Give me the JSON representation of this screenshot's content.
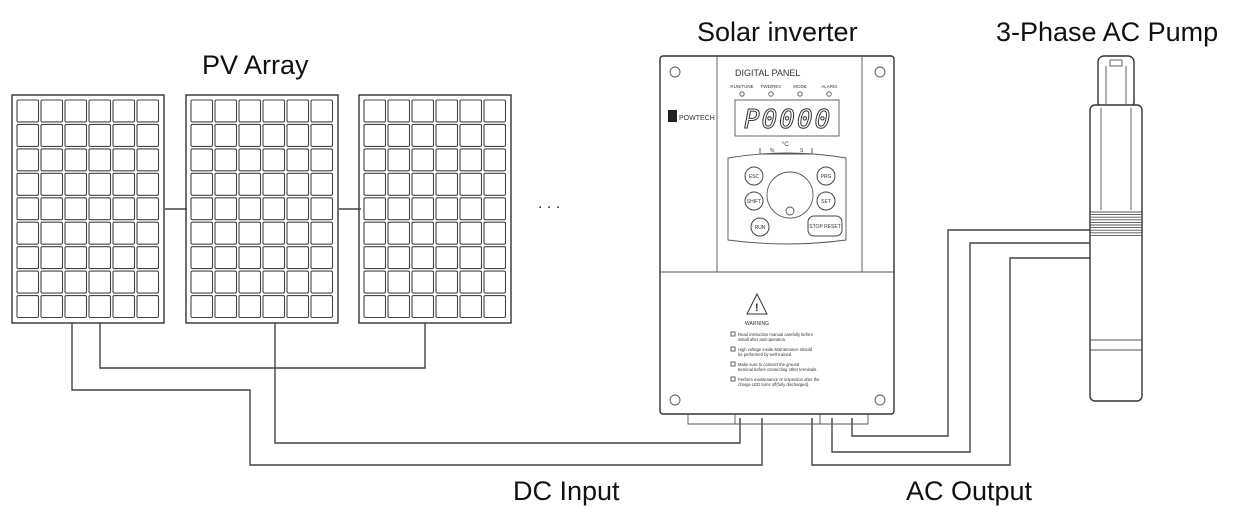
{
  "labels": {
    "pv_array": "PV Array",
    "solar_inverter": "Solar inverter",
    "pump": "3-Phase AC Pump",
    "dc_input": "DC Input",
    "ac_output": "AC Output",
    "ellipsis": ". . ."
  },
  "inverter": {
    "panel_title": "DIGITAL  PANEL",
    "indicators": [
      "RUN/TUNE",
      "FWD/REV",
      "MODE",
      "ALARM"
    ],
    "display": "P0000",
    "brand": "POWTECH",
    "unit_celsius": "°C",
    "unit_percent": "%",
    "unit_s": "S",
    "keys": {
      "esc": "ESC",
      "prg": "PRG",
      "shift": "SHIFT",
      "set": "SET",
      "run": "RUN",
      "stop": "STOP RESET"
    },
    "warning_title": "WARNING",
    "warnings": [
      "Read instruction manual carefully before install after and operation.",
      "High voltage inside.Maintenance should be performed by well-trained.",
      "Make sure to connect the ground terminal before connecting other terminals.",
      "Perform maintenance or inspection after the charge LED turns off(fully discharged)."
    ]
  }
}
